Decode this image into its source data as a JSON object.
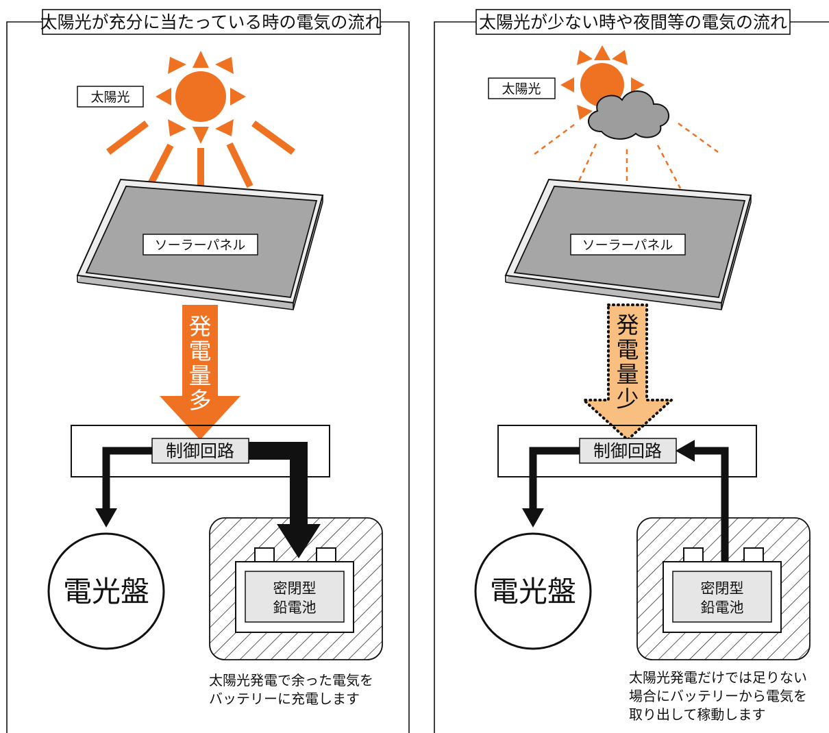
{
  "left": {
    "title": "太陽光が充分に当たっている時の電気の流れ",
    "sunlight_label": "太陽光",
    "panel_label": "ソーラーパネル",
    "output_chars": [
      "発",
      "電",
      "量",
      "多"
    ],
    "circuit_label": "制御回路",
    "display_label": "電光盤",
    "battery_lines": [
      "密閉型",
      "鉛電池"
    ],
    "caption_lines": [
      "太陽光発電で余った電気を",
      "バッテリーに充電します"
    ]
  },
  "right": {
    "title": "太陽光が少ない時や夜間等の電気の流れ",
    "sunlight_label": "太陽光",
    "panel_label": "ソーラーパネル",
    "output_chars": [
      "発",
      "電",
      "量",
      "少"
    ],
    "circuit_label": "制御回路",
    "display_label": "電光盤",
    "battery_lines": [
      "密閉型",
      "鉛電池"
    ],
    "caption_lines": [
      "太陽光発電だけでは足りない",
      "場合にバッテリーから電気を",
      "取り出して稼動します"
    ]
  },
  "colors": {
    "sun": "#ef7222",
    "strong_arrow": "#ef7222",
    "weak_arrow": "#f9bf80",
    "cloud": "#9d9d9d",
    "panel_surface": "#a6a6a6",
    "label_fill": "#e6e6e6",
    "ink": "#111111"
  }
}
